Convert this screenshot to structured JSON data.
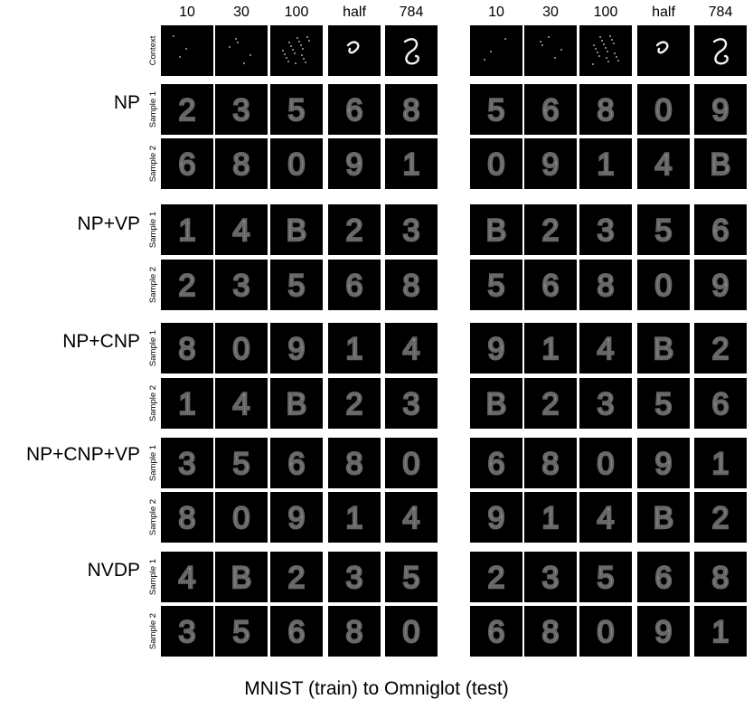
{
  "columns": [
    "10",
    "30",
    "100",
    "half",
    "784"
  ],
  "panels": [
    "left",
    "right"
  ],
  "row_labels": {
    "context": "Context",
    "sample1": "Sample 1",
    "sample2": "Sample 2"
  },
  "methods": [
    {
      "name": "NP",
      "rows": [
        "sample1",
        "sample2"
      ]
    },
    {
      "name": "NP+VP",
      "rows": [
        "sample1",
        "sample2"
      ]
    },
    {
      "name": "NP+CNP",
      "rows": [
        "sample1",
        "sample2"
      ]
    },
    {
      "name": "NP+CNP+VP",
      "rows": [
        "sample1",
        "sample2"
      ]
    },
    {
      "name": "NVDP",
      "rows": [
        "sample1",
        "sample2"
      ]
    }
  ],
  "caption": "MNIST (train) to Omniglot (test)",
  "colors": {
    "tile_background": "#000000",
    "glyph": "#ffffff"
  }
}
